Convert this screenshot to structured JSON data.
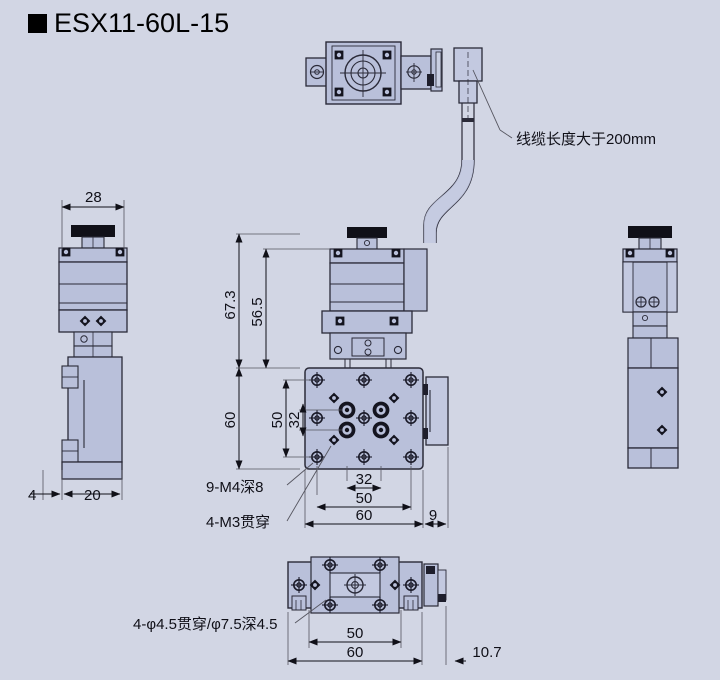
{
  "header": {
    "bullet": "black-square",
    "model": "ESX11-60L-15"
  },
  "background_color": "#d2d6e4",
  "part_fill_color": "#b9c0da",
  "line_color": "#2a2a38",
  "annotations": {
    "cable_note": "线缆长度大于200mm",
    "tap_note_9m4": "9-M4深8",
    "tap_note_4m3": "4-M3贯穿",
    "bore_note": "4-φ4.5贯穿/φ7.5深4.5"
  },
  "views": {
    "top": {
      "name": "top-view",
      "label": ""
    },
    "left": {
      "name": "left-side-view",
      "label": ""
    },
    "front": {
      "name": "front-view",
      "label": ""
    },
    "right": {
      "name": "right-side-view",
      "label": ""
    },
    "bottom": {
      "name": "bottom-view",
      "label": ""
    }
  },
  "dimensions": {
    "left_view": {
      "width_top": "28",
      "base_step": "4",
      "base_width": "20"
    },
    "front_view": {
      "total_height": "67.3",
      "motor_height": "56.5",
      "stage_height": "60",
      "hole_pitch_v": "50",
      "inner_pitch_v": "32",
      "inner_pitch_h": "32",
      "hole_pitch_h": "50",
      "stage_width": "60",
      "side_offset": "9"
    },
    "bottom_view": {
      "hole_pitch": "50",
      "base_width": "60",
      "depth": "10.7"
    }
  }
}
